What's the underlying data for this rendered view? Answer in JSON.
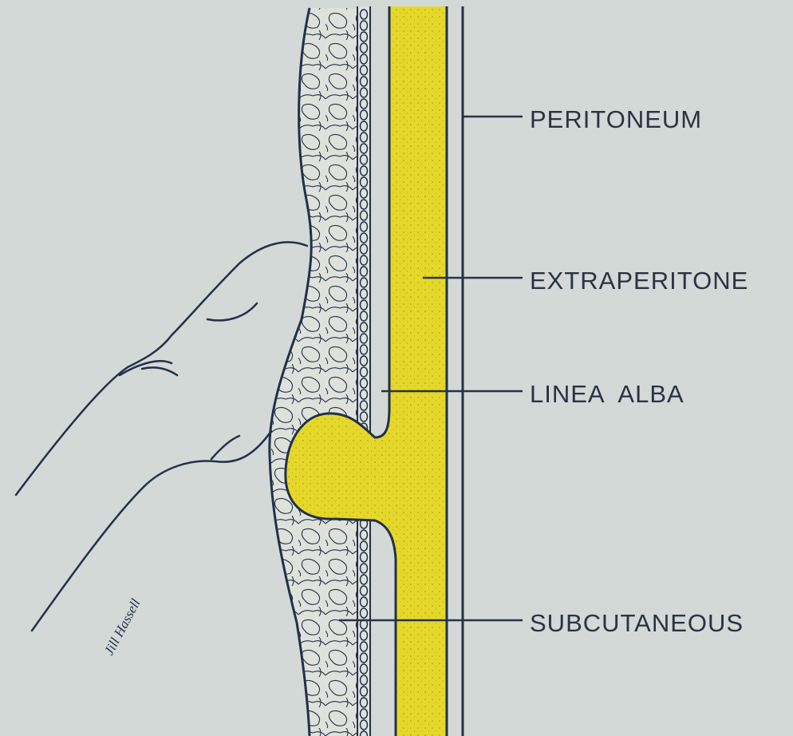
{
  "figure": {
    "labels": [
      {
        "id": "peritoneum",
        "text": "PERITONEUM"
      },
      {
        "id": "extraperitoneal",
        "text": "EXTRAPERITONE"
      },
      {
        "id": "linea-alba",
        "text": "LINEA  ALBA"
      },
      {
        "id": "subcutaneous",
        "text": "SUBCUTANEOUS"
      }
    ],
    "signature": "Jill Hassell"
  },
  "colors": {
    "background": "#d3d9d6",
    "ink": "#22304a",
    "fat_fill": "#e6e2b8",
    "extraperitoneal_fill": "#e6d82a",
    "skin_bg": "#dfe3e0"
  }
}
